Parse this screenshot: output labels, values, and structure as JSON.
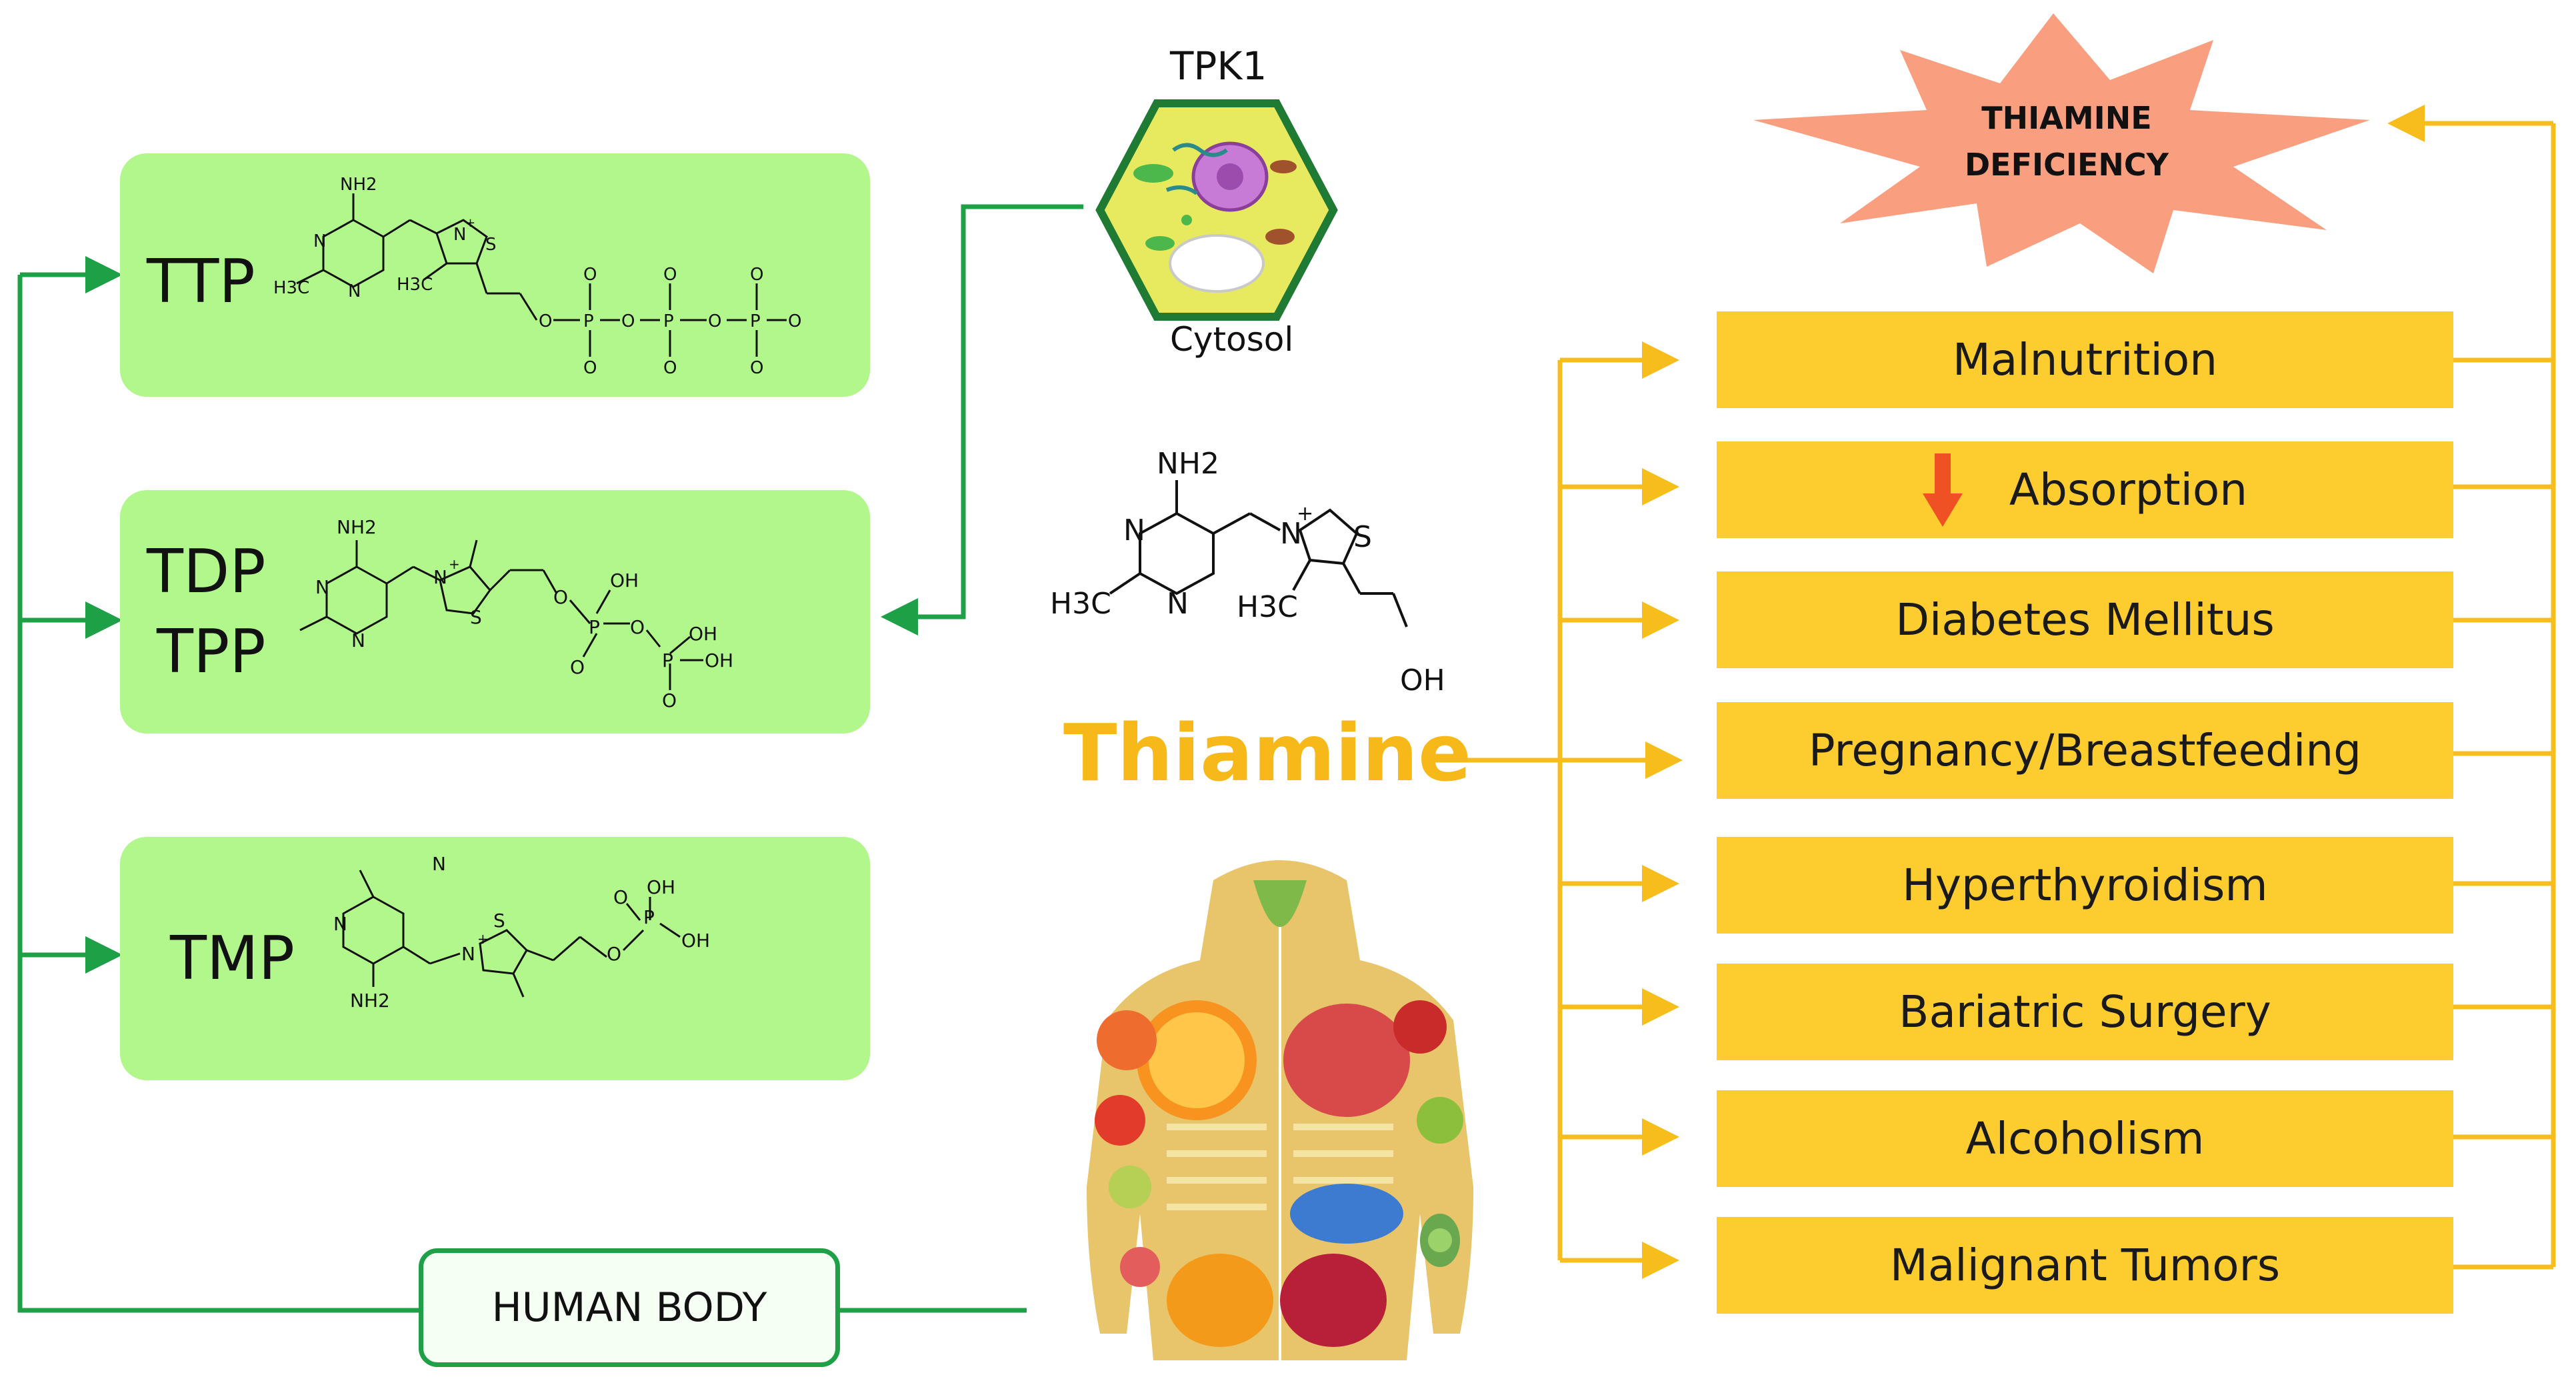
{
  "molecules": {
    "ttp": {
      "label": "TTP"
    },
    "tdp": {
      "label": "TDP",
      "label2": "TPP"
    },
    "tmp": {
      "label": "TMP"
    }
  },
  "cell": {
    "top_label": "TPK1",
    "bottom_label": "Cytosol"
  },
  "thiamine": {
    "label": "Thiamine"
  },
  "deficiency": {
    "line1": "THIAMINE",
    "line2": "DEFICIENCY"
  },
  "human_body": {
    "label": "HUMAN BODY"
  },
  "conditions": [
    {
      "label": "Malnutrition"
    },
    {
      "label": "Absorption",
      "arrow": "down-arrow-icon"
    },
    {
      "label": "Diabetes Mellitus"
    },
    {
      "label": "Pregnancy/Breastfeeding"
    },
    {
      "label": "Hyperthyroidism"
    },
    {
      "label": "Bariatric Surgery"
    },
    {
      "label": "Alcoholism"
    },
    {
      "label": "Malignant Tumors"
    }
  ],
  "chem": {
    "nh2": "NH2",
    "h3c": "H3C",
    "n": "N",
    "s": "S",
    "oh": "OH",
    "o": "O",
    "p": "P",
    "plus": "+",
    "minus": "-"
  },
  "colors": {
    "green_box": "#b2f78c",
    "green_line": "#1ea046",
    "yellow_box": "#fdcd30",
    "yellow_line": "#f7bd1c",
    "thiamine_text": "#f7b81a",
    "star": "#f99f80",
    "red_arrow": "#ef5125"
  }
}
